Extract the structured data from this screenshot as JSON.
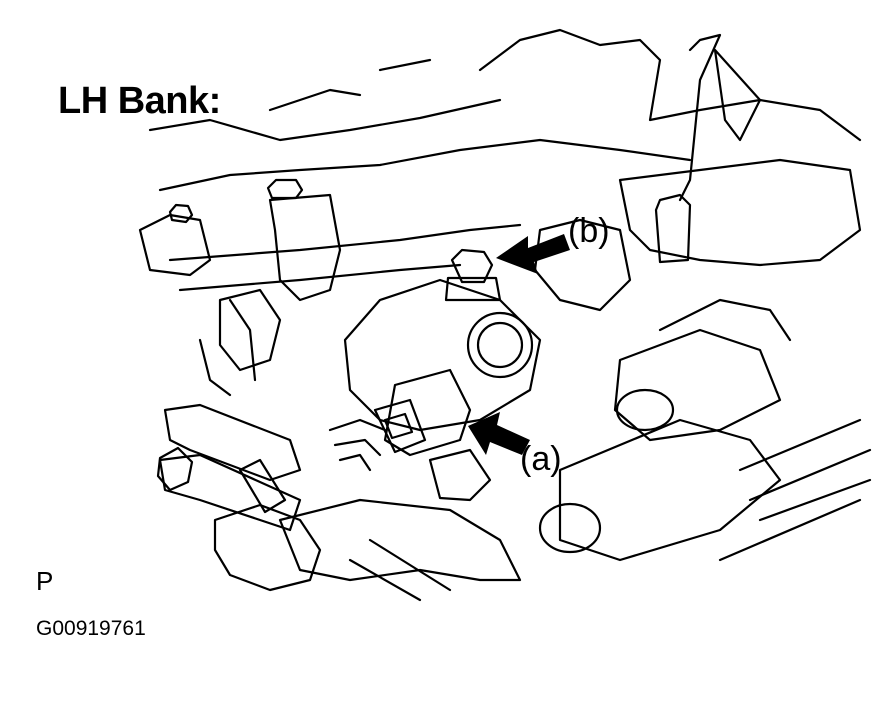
{
  "title": "LH Bank:",
  "callouts": {
    "a": "(a)",
    "b": "(b)"
  },
  "corner_label": "P",
  "figure_id": "G00919761",
  "colors": {
    "line": "#000000",
    "background": "#ffffff"
  },
  "icons": {
    "arrow_a": "arrow-left-icon",
    "arrow_b": "arrow-left-icon"
  }
}
